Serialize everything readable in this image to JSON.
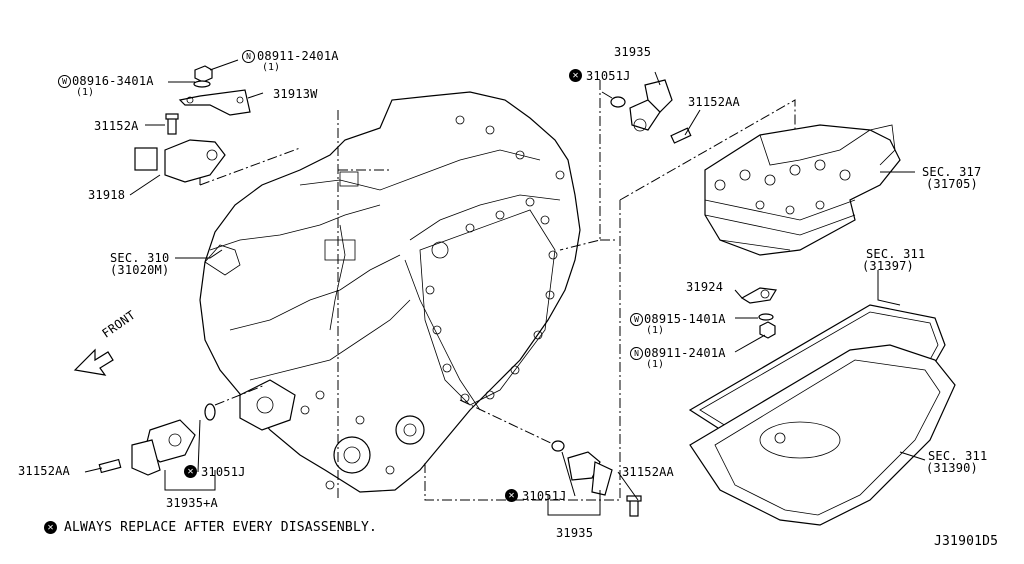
{
  "parts": {
    "p_08911_top": "08911-2401A",
    "p_08911_top_qty": "(1)",
    "p_08916": "08916-3401A",
    "p_08916_qty": "(1)",
    "p_31913W": "31913W",
    "p_31152A": "31152A",
    "p_31918": "31918",
    "p_sec310": "SEC. 310",
    "p_sec310_sub": "(31020M)",
    "p_31935_top": "31935",
    "p_31051J_top": "31051J",
    "p_31152AA_top": "31152AA",
    "p_sec317": "SEC. 317",
    "p_sec317_sub": "(31705)",
    "p_sec311_a": "SEC. 311",
    "p_sec311_a_sub": "(31397)",
    "p_31924": "31924",
    "p_08915": "08915-1401A",
    "p_08915_qty": "(1)",
    "p_08911_right": "08911-2401A",
    "p_08911_right_qty": "(1)",
    "p_sec311_b": "SEC. 311",
    "p_sec311_b_sub": "(31390)",
    "p_31152AA_left": "31152AA",
    "p_31051J_left": "31051J",
    "p_31935A": "31935+A",
    "p_31051J_bottom": "31051J",
    "p_31935_bottom": "31935",
    "p_31152AA_bottom": "31152AA"
  },
  "symbols": {
    "n_mark": "N",
    "w_mark": "W",
    "x_mark": "✕"
  },
  "front_label": "FRONT",
  "note": "ALWAYS REPLACE AFTER EVERY DISASSENBLY.",
  "diagram_id": "J31901D5"
}
